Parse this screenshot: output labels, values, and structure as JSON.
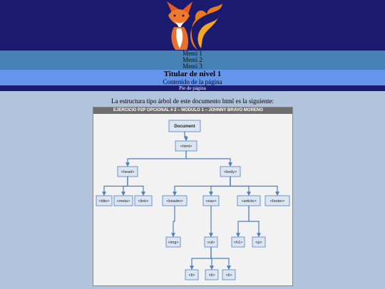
{
  "header": {
    "logo_icon": "fox-logo-icon"
  },
  "menu": {
    "items": [
      "Menú 1",
      "Menú 2",
      "Menú 3"
    ]
  },
  "section": {
    "heading": "Titular de nivel 1",
    "content": "Contenido de la página"
  },
  "footer": {
    "text": "Pie de página"
  },
  "intro": {
    "text": "La estructura tipo árbol de este documento html es la siguiente:"
  },
  "diagram": {
    "title": "EJERCICIO P2P OPCIONAL # 2 – MODULO 1 – JOHNNY BRAVO MORENO",
    "nodes": {
      "document": "Document",
      "html": "<html>",
      "head": "<head>",
      "body": "<body>",
      "title": "<title>",
      "meta": "<meta>",
      "link": "<link>",
      "header": "<header>",
      "nav": "<nav>",
      "article": "<article>",
      "footer": "<footer>",
      "img": "<img>",
      "ul": "<ul>",
      "h1": "<h1>",
      "p": "<p>",
      "li1": "<li>",
      "li2": "<li>",
      "li3": "<li>"
    },
    "colors": {
      "node_fill": "#dce6f2",
      "node_stroke": "#4f81bd",
      "arrow": "#4f81bd"
    }
  }
}
